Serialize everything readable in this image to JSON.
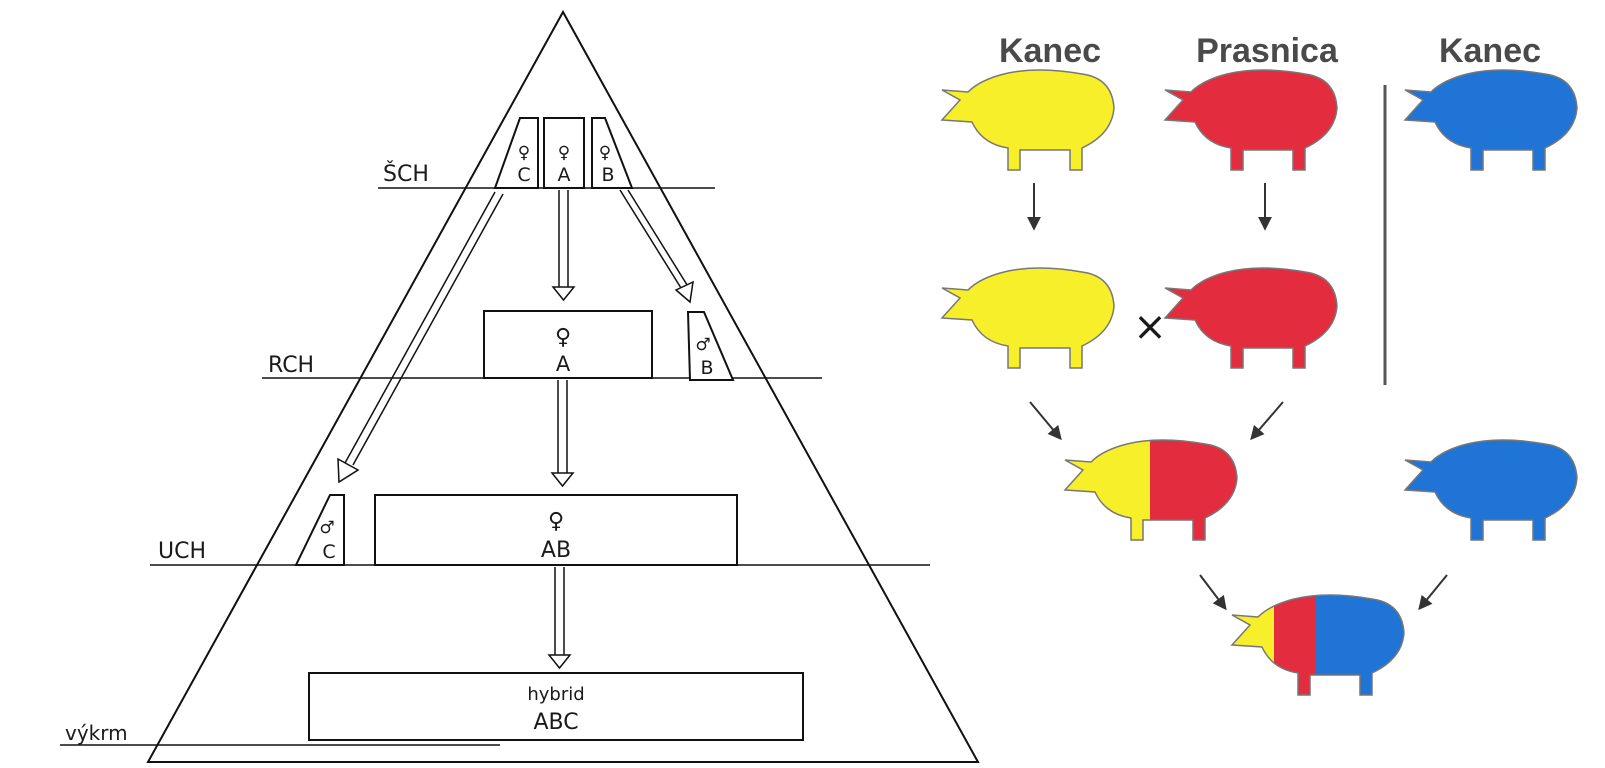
{
  "pyramid": {
    "levels": {
      "sch": "ŠCH",
      "rch": "RCH",
      "uch": "UCH",
      "vykrm": "výkrm"
    },
    "sch_boxes": {
      "c": {
        "sex": "♀",
        "line": "C"
      },
      "a": {
        "sex": "♀",
        "line": "A"
      },
      "b": {
        "sex": "♀",
        "line": "B"
      }
    },
    "rch_box": {
      "sex": "♀",
      "line": "A"
    },
    "rch_side": {
      "sex": "♂",
      "line": "B"
    },
    "uch_box": {
      "sex": "♀",
      "line": "AB"
    },
    "uch_side": {
      "sex": "♂",
      "line": "C"
    },
    "hybrid_box": {
      "title": "hybrid",
      "line": "ABC"
    }
  },
  "crossing": {
    "headers": {
      "boar_left": "Kanec",
      "sow": "Prasnica",
      "boar_right": "Kanec"
    },
    "cross_symbol": "×",
    "colors": {
      "yellow": "#f7ef2a",
      "red": "#e42c3f",
      "blue": "#1f74d6",
      "outline": "#777777"
    }
  }
}
